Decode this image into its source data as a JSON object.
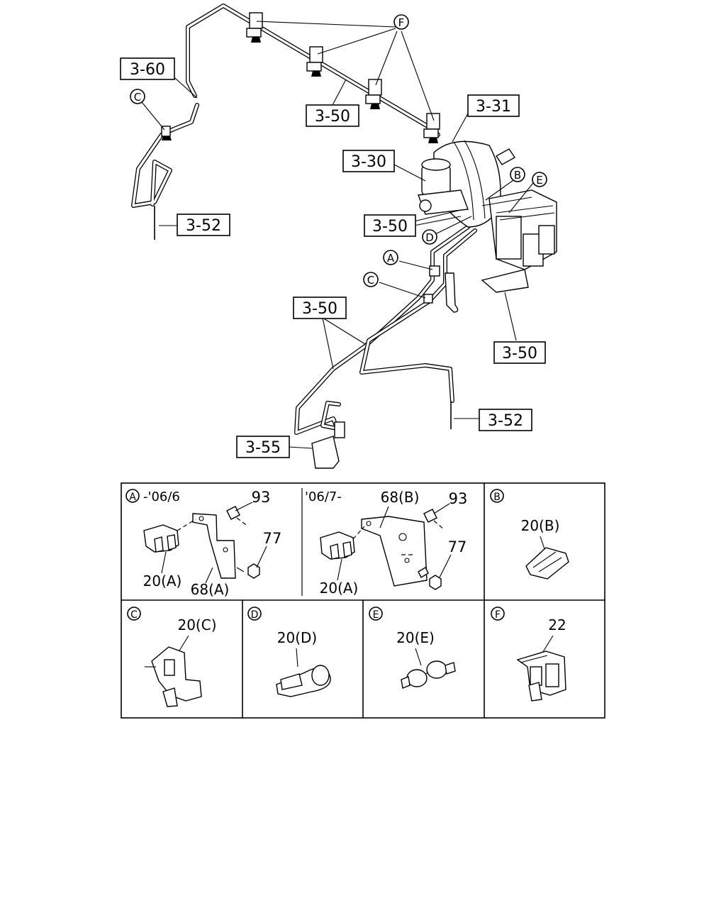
{
  "diagram": {
    "callouts": {
      "c_3_60": "3-60",
      "c_3_50_top": "3-50",
      "c_3_31": "3-31",
      "c_3_30": "3-30",
      "c_3_50_mid": "3-50",
      "c_3_52_left": "3-52",
      "c_3_50_center": "3-50",
      "c_3_50_right": "3-50",
      "c_3_52_right": "3-52",
      "c_3_55": "3-55"
    },
    "markers": {
      "f_top": "F",
      "c_left": "C",
      "b_top": "B",
      "e_top": "E",
      "d_top": "D",
      "a_mid": "A",
      "c_mid": "C"
    }
  },
  "details": {
    "a_old": {
      "marker": "A",
      "range": "-'06/6",
      "p93": "93",
      "p77": "77",
      "p20": "20(A)",
      "p68": "68(A)"
    },
    "a_new": {
      "range": "'06/7-",
      "p68": "68(B)",
      "p93": "93",
      "p77": "77",
      "p20": "20(A)"
    },
    "b": {
      "marker": "B",
      "part": "20(B)"
    },
    "c": {
      "marker": "C",
      "part": "20(C)"
    },
    "d": {
      "marker": "D",
      "part": "20(D)"
    },
    "e": {
      "marker": "E",
      "part": "20(E)"
    },
    "f": {
      "marker": "F",
      "part": "22"
    }
  }
}
